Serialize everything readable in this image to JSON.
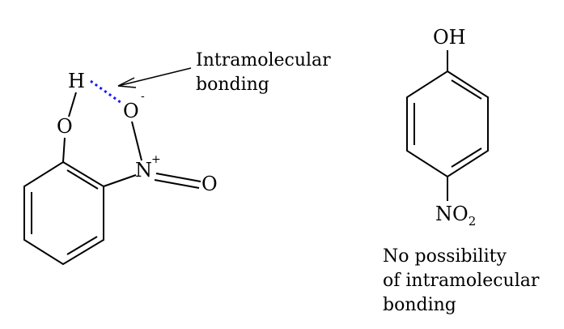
{
  "left_molecule": {
    "atoms": {
      "h": "H",
      "o_hydroxyl": "O",
      "o_nitro_single": "O",
      "o_nitro_double": "O",
      "n": "N"
    },
    "charges": {
      "o_minus": "-",
      "n_plus": "+"
    },
    "annotation": {
      "line1": "Intramolecular",
      "line2": "bonding"
    }
  },
  "right_molecule": {
    "atoms": {
      "oh": "OH",
      "no2_main": "NO",
      "no2_sub": "2"
    },
    "caption": {
      "line1": "No possibility",
      "line2": "of intramolecular",
      "line3": "bonding"
    }
  },
  "colors": {
    "hydrogen_bond": "#1a1aff",
    "bonds": "#000000",
    "background": "#ffffff"
  }
}
